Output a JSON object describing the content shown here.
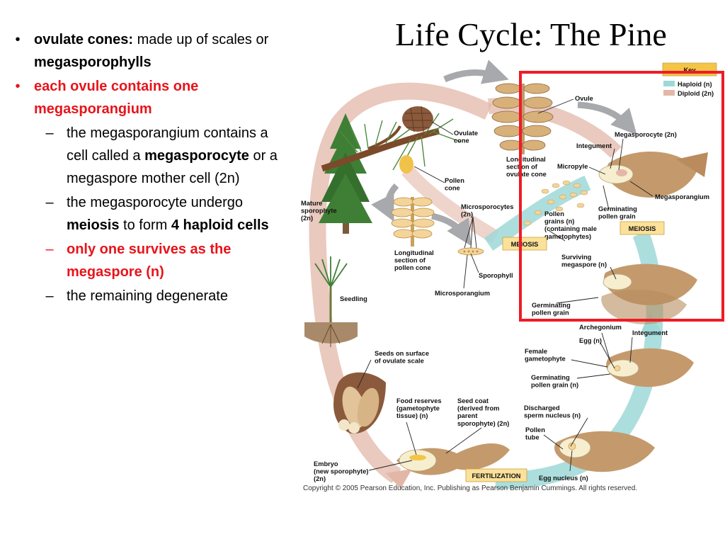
{
  "slide": {
    "title": "Life Cycle: The Pine",
    "bullets": [
      {
        "level": 1,
        "color": "black",
        "marker": "•",
        "runs": [
          {
            "t": "ovulate cones:",
            "b": true
          },
          {
            "t": " made up of scales or ",
            "b": false
          },
          {
            "t": "megasporophylls",
            "b": true
          }
        ]
      },
      {
        "level": 1,
        "color": "red",
        "marker": "•",
        "runs": [
          {
            "t": "each ovule contains one megasporangium",
            "b": true
          }
        ]
      },
      {
        "level": 2,
        "color": "black",
        "marker": "–",
        "runs": [
          {
            "t": "the megasporangium contains a cell called a ",
            "b": false
          },
          {
            "t": "megasporocyte",
            "b": true
          },
          {
            "t": " or a megaspore mother cell (2n)",
            "b": false
          }
        ]
      },
      {
        "level": 2,
        "color": "black",
        "marker": "–",
        "runs": [
          {
            "t": "the megasporocyte undergo ",
            "b": false
          },
          {
            "t": "meiosis",
            "b": true
          },
          {
            "t": " to form ",
            "b": false
          },
          {
            "t": "4 haploid cells",
            "b": true
          }
        ]
      },
      {
        "level": 2,
        "color": "red",
        "marker": "–",
        "runs": [
          {
            "t": "only one survives as the megaspore (n)",
            "b": true
          }
        ]
      },
      {
        "level": 2,
        "color": "black",
        "marker": "–",
        "runs": [
          {
            "t": "the remaining degenerate",
            "b": false
          }
        ]
      }
    ]
  },
  "diagram": {
    "colors": {
      "haploid": "#9fd8d8",
      "diploid": "#e3b7a8",
      "highlight": "#ee1c25",
      "key_box": "#f4c447",
      "stage_box": "#fbe19a",
      "arrow_gray": "#a7a9ac",
      "tissue": "#c49a6c",
      "tissue_dark": "#8b6640",
      "pine_green": "#3f7f35",
      "cone_yellow": "#f3d49b"
    },
    "key": {
      "title": "Key",
      "haploid": "Haploid (n)",
      "diploid": "Diploid (2n)"
    },
    "stage_boxes": {
      "meiosis_top": "MEIOSIS",
      "meiosis_left": "MEIOSIS",
      "fertilization": "FERTILIZATION"
    },
    "labels": {
      "ovule": [
        "Ovule"
      ],
      "ovulate_cone": [
        "Ovulate",
        "cone"
      ],
      "pollen_cone": [
        "Pollen",
        "cone"
      ],
      "long_section_ovulate": [
        "Longitudinal",
        "section of",
        "ovulate cone"
      ],
      "megasporocyte": [
        "Megasporocyte (2n)"
      ],
      "integument_top": [
        "Integument"
      ],
      "micropyle": [
        "Micropyle"
      ],
      "megasporangium": [
        "Megasporangium"
      ],
      "mature_sporophyte": [
        "Mature",
        "sporophyte",
        "(2n)"
      ],
      "microsporocytes": [
        "Microsporocytes",
        "(2n)"
      ],
      "pollen_grains": [
        "Pollen",
        "grains (n)",
        "(containing male",
        "gametophytes)"
      ],
      "germinating_pollen_top": [
        "Germinating",
        "pollen grain"
      ],
      "long_section_pollen": [
        "Longitudinal",
        "section of",
        "pollen cone"
      ],
      "sporophyll": [
        "Sporophyll"
      ],
      "microsporangium": [
        "Microsporangium"
      ],
      "surviving_megaspore": [
        "Surviving",
        "megaspore (n)"
      ],
      "seedling": [
        "Seedling"
      ],
      "germinating_pollen_mid": [
        "Germinating",
        "pollen grain"
      ],
      "archegonium": [
        "Archegonium"
      ],
      "integument_mid": [
        "Integument"
      ],
      "egg": [
        "Egg (n)"
      ],
      "female_gametophyte": [
        "Female",
        "gametophyte"
      ],
      "seeds_on_surface": [
        "Seeds on surface",
        "of ovulate scale"
      ],
      "germinating_pollen_n": [
        "Germinating",
        "pollen grain (n)"
      ],
      "food_reserves": [
        "Food reserves",
        "(gametophyte",
        "tissue) (n)"
      ],
      "seed_coat": [
        "Seed coat",
        "(derived from",
        "parent",
        "sporophyte) (2n)"
      ],
      "discharged_sperm": [
        "Discharged",
        "sperm nucleus (n)"
      ],
      "pollen_tube": [
        "Pollen",
        "tube"
      ],
      "embryo": [
        "Embryo",
        "(new sporophyte)",
        "(2n)"
      ],
      "egg_nucleus": [
        "Egg nucleus (n)"
      ]
    },
    "copyright": "Copyright © 2005 Pearson Education, Inc. Publishing as Pearson Benjamin Cummings. All rights reserved."
  }
}
